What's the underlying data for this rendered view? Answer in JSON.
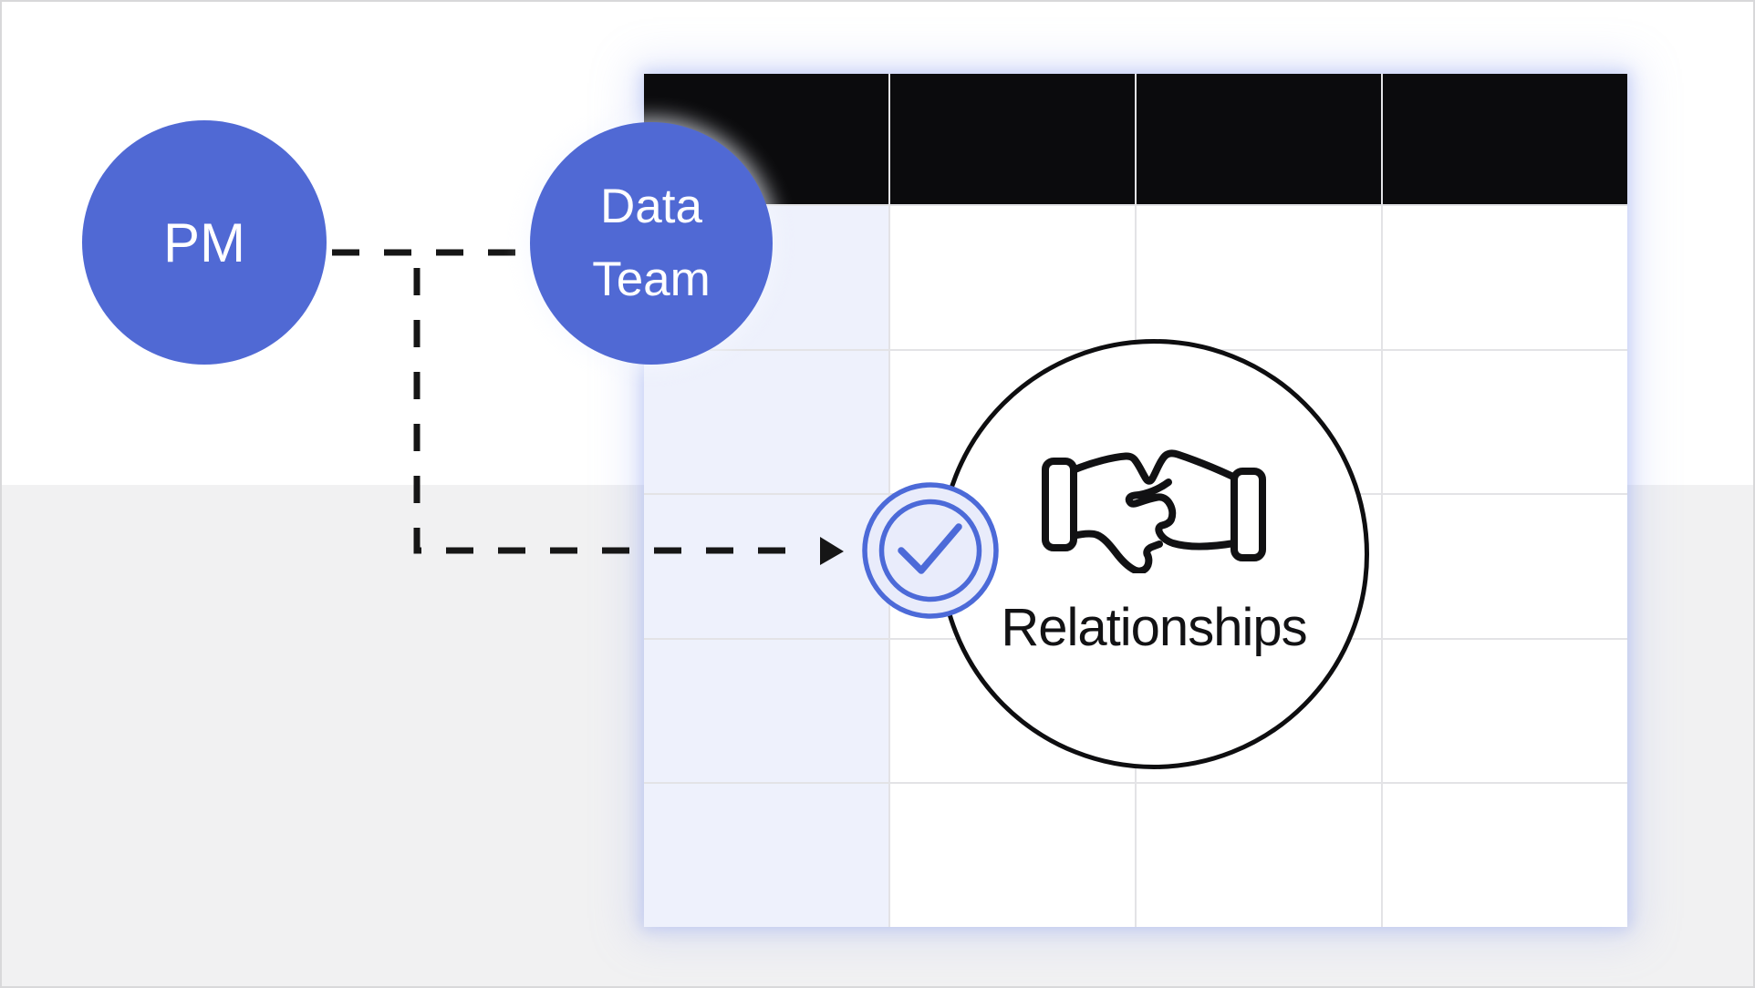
{
  "illustration": {
    "background_top_color": "#ffffff",
    "background_bottom_color": "#f1f1f2",
    "border_color": "#d8d8da"
  },
  "nodes": {
    "circle_color": "#5069d4",
    "text_color": "#ffffff",
    "pm": {
      "label": "PM"
    },
    "data_team": {
      "line1": "Data",
      "line2": "Team"
    }
  },
  "connector": {
    "style": "dashed",
    "color": "#161616",
    "arrowhead": "right"
  },
  "check_badge": {
    "ring_color": "#4c6ad8",
    "fill_color": "#e9ecfb",
    "mark_color": "#4c6ad8"
  },
  "relationship_circle": {
    "label": "Relationships",
    "outline_color": "#0e0e10",
    "fill_color": "#ffffff"
  },
  "table": {
    "columns": 4,
    "body_rows": 5,
    "header_color": "#0b0b0d",
    "first_column_color": "#eef1fc",
    "cell_color": "#ffffff",
    "gridline_color": "#e3e3e6",
    "glow_color": "rgba(154,170,240,0.45)"
  },
  "icons": {
    "handshake": "handshake-icon",
    "check": "checkmark-icon",
    "arrowhead": "arrowhead-icon"
  }
}
